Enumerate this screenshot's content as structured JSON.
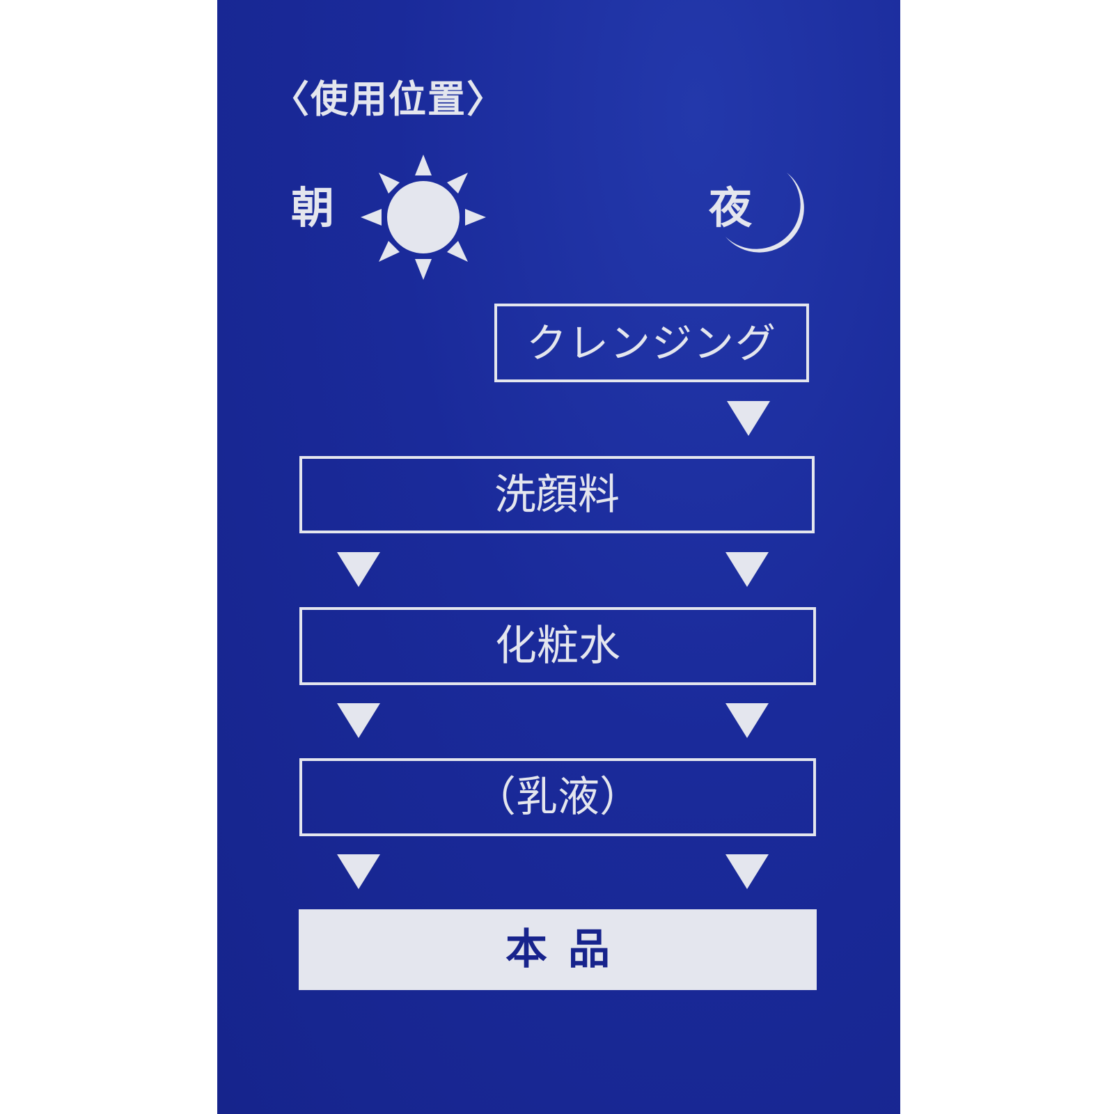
{
  "heading": "〈使用位置〉",
  "morning": {
    "label": "朝",
    "icon": "sun-icon"
  },
  "night": {
    "label": "夜",
    "icon": "crescent-moon-icon"
  },
  "steps": {
    "cleansing": "クレンジング",
    "face_wash": "洗顔料",
    "toner": "化粧水",
    "milk": "（乳液）",
    "product": "本品"
  },
  "colors": {
    "panel_blue": "#1a2a9a",
    "ink": "#e4e6ee",
    "product_text": "#17238c"
  }
}
